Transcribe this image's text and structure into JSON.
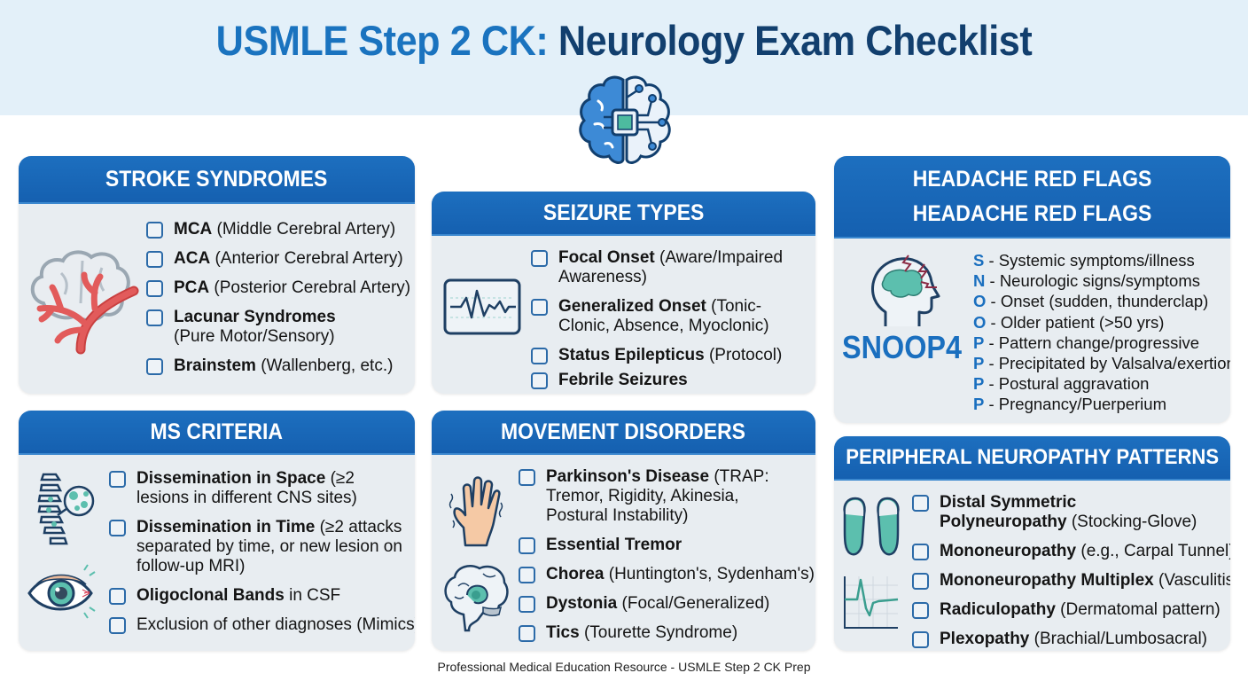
{
  "header": {
    "title_part1": "USMLE Step 2 CK:",
    "title_part2": "Neurology Exam Checklist",
    "logo_icon": "brain-circuit-icon"
  },
  "colors": {
    "accent_blue": "#1a73bf",
    "title_dark_blue": "#123f6e",
    "header_band": "#e3f0f9",
    "card_header": "#1d6fbf",
    "card_body": "#e8edf1",
    "teal": "#5bbfae",
    "artery_red": "#e05555"
  },
  "cards": {
    "stroke": {
      "title": "STROKE SYNDROMES",
      "icon": "brain-artery-icon",
      "items": [
        {
          "bold": "MCA",
          "rest": " (Middle Cerebral Artery)"
        },
        {
          "bold": "ACA",
          "rest": " (Anterior Cerebral Artery)"
        },
        {
          "bold": "PCA",
          "rest": " (Posterior Cerebral Artery)"
        },
        {
          "bold": "Lacunar Syndromes",
          "rest": " (Pure Motor/Sensory)"
        },
        {
          "bold": "Brainstem",
          "rest": " (Wallenberg, etc.)"
        }
      ]
    },
    "seizure": {
      "title": "SEIZURE TYPES",
      "icon": "eeg-monitor-icon",
      "items": [
        {
          "bold": "Focal Onset",
          "rest": " (Aware/Impaired Awareness)"
        },
        {
          "bold": "Generalized Onset",
          "rest": " (Tonic-Clonic, Absence, Myoclonic)"
        },
        {
          "bold": "Status Epilepticus",
          "rest": " (Protocol)"
        },
        {
          "bold": "Febrile Seizures",
          "rest": ""
        }
      ]
    },
    "headache": {
      "title_line1": "HEADACHE RED FLAGS",
      "title_line2": "HEADACHE RED FLAGS",
      "icon": "head-lightning-icon",
      "mnemonic": "SNOOP4",
      "items": [
        {
          "letter": "S",
          "text": " - Systemic symptoms/illness"
        },
        {
          "letter": "N",
          "text": " - Neurologic signs/symptoms"
        },
        {
          "letter": "O",
          "text": " - Onset (sudden, thunderclap)"
        },
        {
          "letter": "O",
          "text": " - Older patient (>50 yrs)"
        },
        {
          "letter": "P",
          "text": " - Pattern change/progressive"
        },
        {
          "letter": "P",
          "text": " - Precipitated by Valsalva/exertion"
        },
        {
          "letter": "P",
          "text": " - Postural aggravation"
        },
        {
          "letter": "P",
          "text": " - Pregnancy/Puerperium"
        }
      ]
    },
    "ms": {
      "title": "MS CRITERIA",
      "icons": [
        "spine-lesion-icon",
        "eye-icon"
      ],
      "items": [
        {
          "bold": "Dissemination in Space",
          "rest": " (≥2 lesions in different CNS sites)"
        },
        {
          "bold": "Dissemination in Time",
          "rest": " (≥2 attacks separated by time, or new lesion on follow-up MRI)"
        },
        {
          "bold": "Oligoclonal Bands",
          "rest": " in CSF"
        },
        {
          "bold": "",
          "rest": "Exclusion of other diagnoses (Mimics)"
        }
      ]
    },
    "movement": {
      "title": "MOVEMENT DISORDERS",
      "icons": [
        "tremor-hand-icon",
        "basal-ganglia-brain-icon"
      ],
      "items": [
        {
          "bold": "Parkinson's Disease",
          "rest": " (TRAP: Tremor, Rigidity, Akinesia, Postural Instability)"
        },
        {
          "bold": "Essential Tremor",
          "rest": ""
        },
        {
          "bold": "Chorea",
          "rest": " (Huntington's, Sydenham's)"
        },
        {
          "bold": "Dystonia",
          "rest": " (Focal/Generalized)"
        },
        {
          "bold": "Tics",
          "rest": " (Tourette Syndrome)"
        }
      ]
    },
    "neuropathy": {
      "title": "PERIPHERAL NEUROPATHY PATTERNS",
      "icons": [
        "feet-stocking-icon",
        "nerve-conduction-graph-icon"
      ],
      "items": [
        {
          "bold": "Distal Symmetric Polyneuropathy",
          "rest": " (Stocking-Glove)"
        },
        {
          "bold": "Mononeuropathy",
          "rest": " (e.g., Carpal Tunnel)"
        },
        {
          "bold": "Mononeuropathy Multiplex",
          "rest": " (Vasculitis)"
        },
        {
          "bold": "Radiculopathy",
          "rest": " (Dermatomal pattern)"
        },
        {
          "bold": "Plexopathy",
          "rest": " (Brachial/Lumbosacral)"
        }
      ]
    }
  },
  "footer": {
    "text": "Professional Medical Education Resource - USMLE Step 2 CK Prep"
  }
}
